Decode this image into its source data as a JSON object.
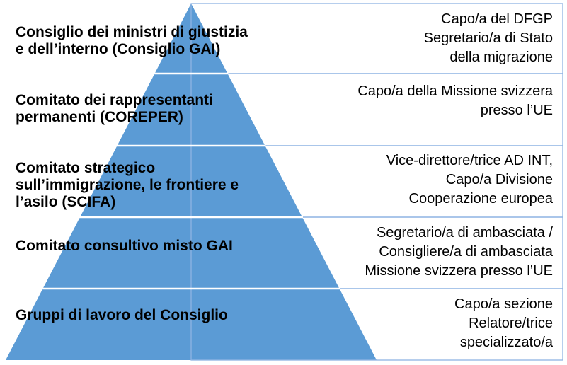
{
  "diagram": {
    "colors": {
      "pyramid_fill": "#5b9bd5",
      "separator": "#ffffff",
      "box_border": "#8eb4e3",
      "text": "#000000"
    },
    "levels": [
      {
        "label": [
          "Consiglio dei ministri di giustizia",
          "e dell’interno (Consiglio GAI)"
        ],
        "role": [
          "Capo/a del DFGP",
          "Segretario/a di Stato",
          "della migrazione"
        ]
      },
      {
        "label": [
          "Comitato dei rappresentanti",
          "permanenti (COREPER)"
        ],
        "role": [
          "Capo/a della Missione svizzera",
          "presso l’UE"
        ]
      },
      {
        "label": [
          "Comitato strategico",
          "sull’immigrazione, le frontiere e",
          "l’asilo (SCIFA)"
        ],
        "role": [
          "Vice-direttore/trice AD INT,",
          "Capo/a Divisione",
          "Cooperazione europea"
        ]
      },
      {
        "label": [
          "Comitato consultivo misto GAI"
        ],
        "role": [
          "Segretario/a di ambasciata /",
          "Consigliere/a di ambasciata",
          "Missione svizzera presso l’UE"
        ]
      },
      {
        "label": [
          "Gruppi di lavoro del Consiglio"
        ],
        "role": [
          "Capo/a sezione",
          "Relatore/trice",
          "specializzato/a"
        ]
      }
    ]
  }
}
